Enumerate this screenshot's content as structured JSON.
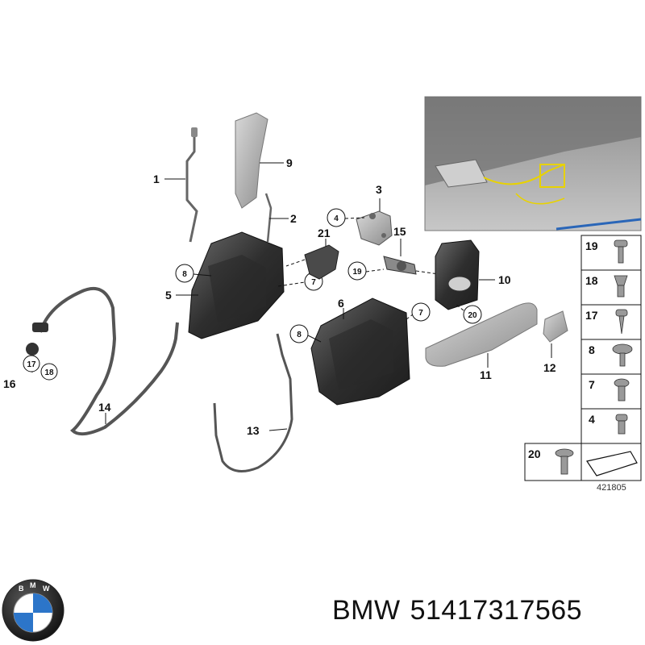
{
  "callouts": {
    "c1": "1",
    "c2": "2",
    "c3": "3",
    "c4": "4",
    "c5": "5",
    "c6": "6",
    "c7a": "7",
    "c7b": "7",
    "c8a": "8",
    "c8b": "8",
    "c9": "9",
    "c10": "10",
    "c11": "11",
    "c12": "12",
    "c13": "13",
    "c14": "14",
    "c15": "15",
    "c16": "16",
    "c17": "17",
    "c18": "18",
    "c19": "19",
    "c20": "20",
    "c21": "21"
  },
  "fastener_panel": {
    "items": [
      "19",
      "18",
      "17",
      "8",
      "7",
      "4"
    ],
    "bottom_item": "20",
    "figure_code": "421805"
  },
  "footer": {
    "brand": "BMW",
    "part_number": "51417317565"
  },
  "colors": {
    "line": "#111111",
    "part_dark": "#3a3a3a",
    "part_grey": "#9a9a9a",
    "cable_yellow": "#e8d200",
    "car_grey": "#b9b9b9"
  },
  "icons": {
    "logo": "bmw-roundel-icon"
  }
}
